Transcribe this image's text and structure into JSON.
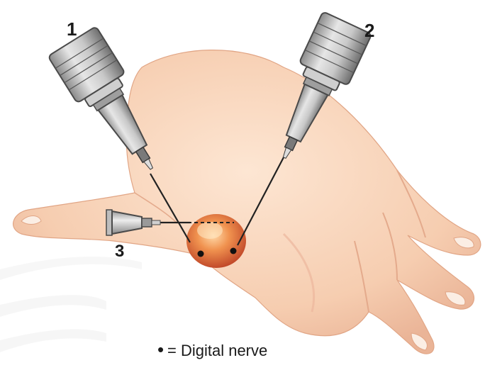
{
  "labels": {
    "syringe_1": "1",
    "syringe_2": "2",
    "syringe_3": "3"
  },
  "legend": {
    "symbol": "•",
    "text": "= Digital nerve"
  },
  "colors": {
    "skin": "#f6cdb0",
    "skin_shadow": "#e9a98a",
    "skin_highlight": "#fbe3cf",
    "wheal": "#d9653e",
    "syringe_body": "#b9b9b9",
    "syringe_dark": "#5a5a5a",
    "needle": "#2b2b2b"
  }
}
